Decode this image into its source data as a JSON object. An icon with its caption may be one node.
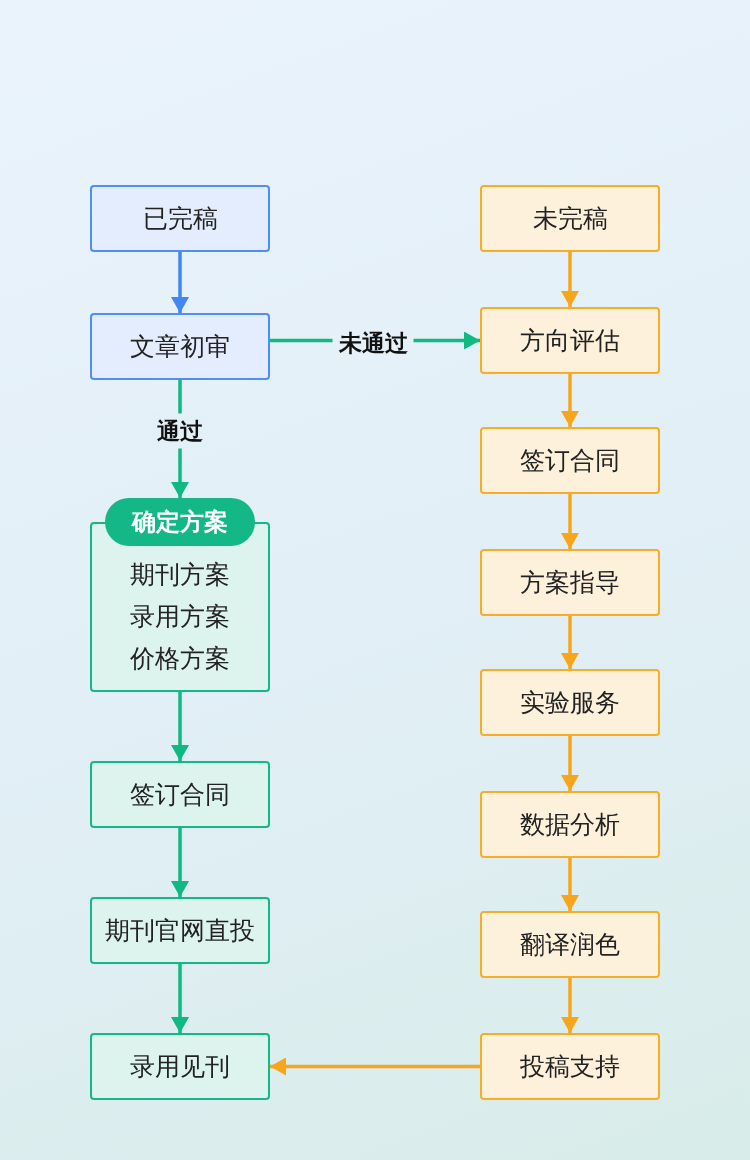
{
  "diagram": {
    "nodes": [
      {
        "text": [
          "已完稿"
        ]
      },
      {
        "text": [
          "文章初审"
        ]
      },
      {
        "text": [
          "确定方案",
          "期刊方案",
          "录用方案",
          "价格方案"
        ]
      },
      {
        "text": [
          "签订合同"
        ]
      },
      {
        "text": [
          "期刊官网直投"
        ]
      },
      {
        "text": [
          "录用见刊"
        ]
      },
      {
        "text": [
          "未完稿"
        ]
      },
      {
        "text": [
          "方向评估"
        ]
      },
      {
        "text": [
          "签订合同"
        ]
      },
      {
        "text": [
          "方案指导"
        ]
      },
      {
        "text": [
          "实验服务"
        ]
      },
      {
        "text": [
          "数据分析"
        ]
      },
      {
        "text": [
          "翻译润色"
        ]
      },
      {
        "text": [
          "投稿支持"
        ]
      }
    ],
    "edges": [
      {
        "from": 0,
        "to": 1,
        "arrow": "to",
        "color": "#4285f4"
      },
      {
        "from": 1,
        "to": 2,
        "arrow": "to",
        "label": "通过",
        "color": "#10b981"
      },
      {
        "from": 1,
        "to": 7,
        "arrow": "to",
        "label": "未通过",
        "color": "#10b981"
      },
      {
        "from": 2,
        "to": 3,
        "arrow": "to",
        "color": "#10b981"
      },
      {
        "from": 3,
        "to": 4,
        "arrow": "to",
        "color": "#10b981"
      },
      {
        "from": 4,
        "to": 5,
        "arrow": "to",
        "color": "#10b981"
      },
      {
        "from": 6,
        "to": 7,
        "arrow": "to"
      },
      {
        "from": 7,
        "to": 8,
        "arrow": "to"
      },
      {
        "from": 8,
        "to": 9,
        "arrow": "to"
      },
      {
        "from": 9,
        "to": 10,
        "arrow": "to"
      },
      {
        "from": 10,
        "to": 11,
        "arrow": "to"
      },
      {
        "from": 11,
        "to": 12,
        "arrow": "to"
      },
      {
        "from": 12,
        "to": 13,
        "arrow": "to"
      },
      {
        "from": 13,
        "to": 5,
        "arrow": "to"
      }
    ]
  }
}
